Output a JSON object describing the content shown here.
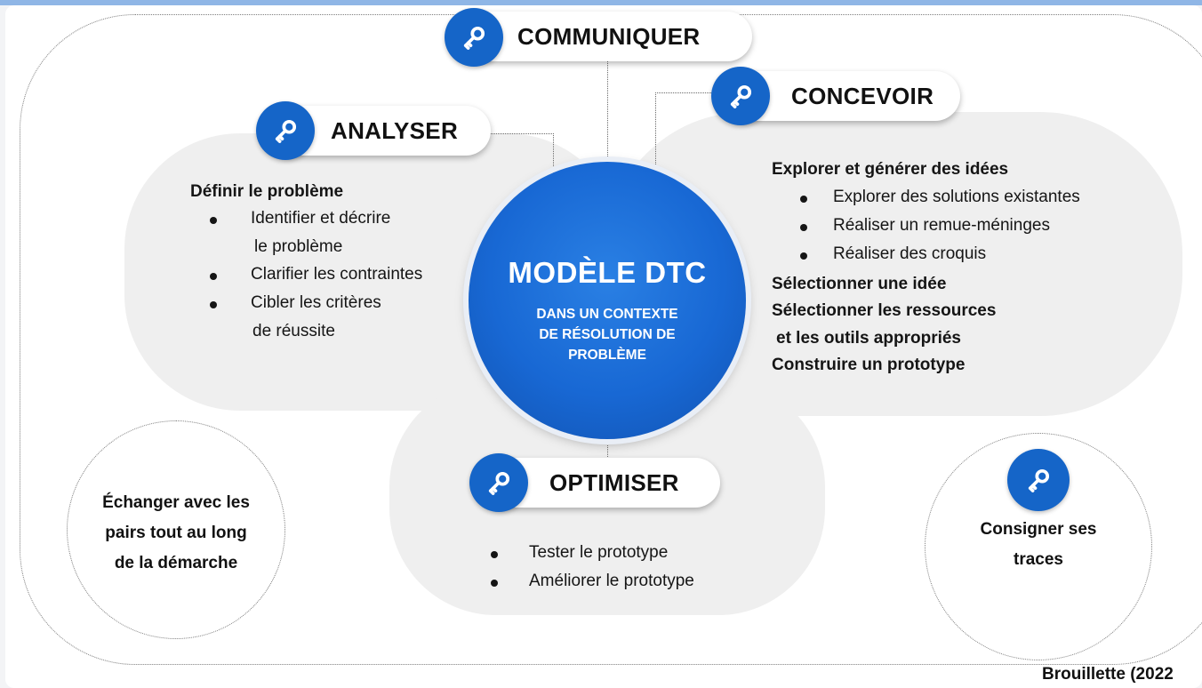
{
  "center": {
    "title": "MODÈLE DTC",
    "subtitle": "DANS UN CONTEXTE DE RÉSOLUTION DE PROBLÈME"
  },
  "stages": {
    "communiquer": "COMMUNIQUER",
    "analyser": "ANALYSER",
    "concevoir": "CONCEVOIR",
    "optimiser": "OPTIMISER"
  },
  "analyser": {
    "heading": "Définir le problème",
    "items": [
      [
        "Identifier et décrire",
        "le problème"
      ],
      [
        "Clarifier les contraintes"
      ],
      [
        "Cibler les critères",
        "de réussite"
      ]
    ]
  },
  "concevoir": {
    "heading": "Explorer et générer des idées",
    "items": [
      "Explorer des solutions existantes",
      "Réaliser un remue-méninges",
      "Réaliser des croquis"
    ],
    "steps": [
      "Sélectionner une idée",
      "Sélectionner les ressources",
      "et les outils appropriés",
      "Construire un prototype"
    ]
  },
  "optimiser": {
    "items": [
      "Tester le prototype",
      "Améliorer le prototype"
    ]
  },
  "left_note": [
    "Échanger avec les",
    "pairs tout au long",
    "de la démarche"
  ],
  "right_note": [
    "Consigner ses",
    "traces"
  ],
  "credit": "Brouillette (2022",
  "icons": {
    "stage_icon": "key-icon",
    "accent_color": "#1565c8"
  }
}
